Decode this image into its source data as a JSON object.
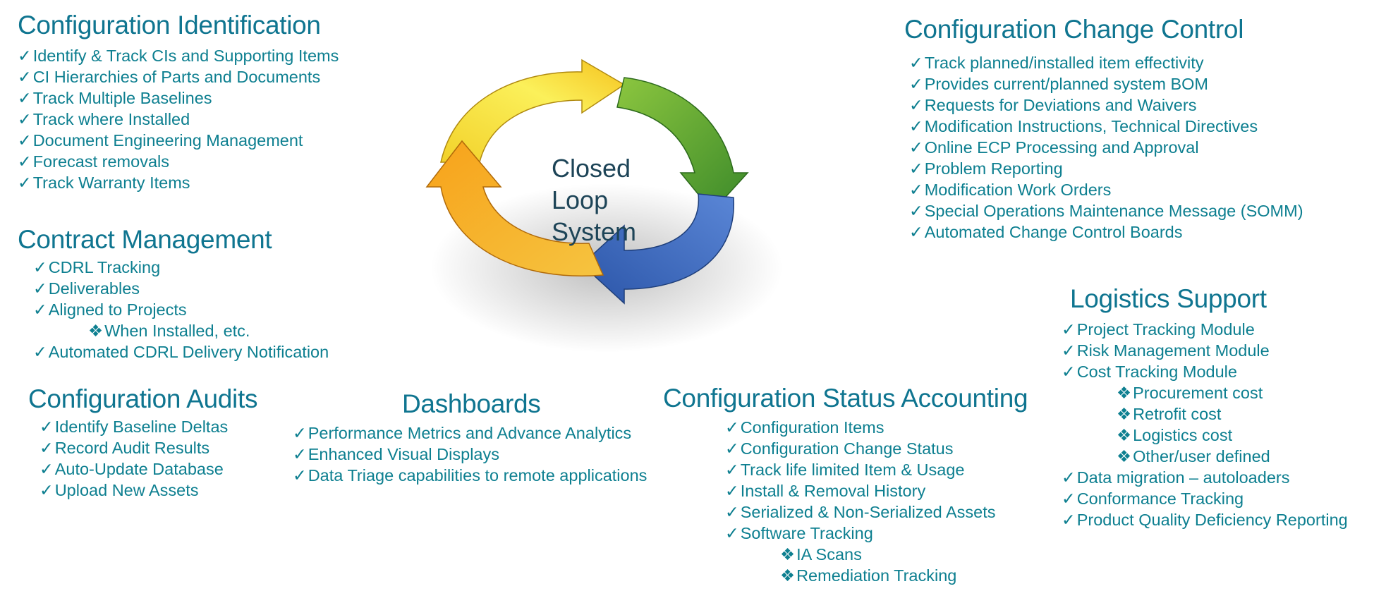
{
  "center_label": [
    "Closed",
    "Loop",
    "System"
  ],
  "config_identification": {
    "title": "Configuration Identification",
    "items": [
      "Identify & Track CIs and Supporting Items",
      "CI Hierarchies of Parts and Documents",
      "Track Multiple Baselines",
      "Track where Installed",
      "Document Engineering Management",
      "Forecast removals",
      "Track Warranty Items"
    ]
  },
  "contract_management": {
    "title": "Contract Management",
    "items": [
      {
        "text": "CDRL Tracking",
        "level": 1
      },
      {
        "text": "Deliverables",
        "level": 1
      },
      {
        "text": "Aligned to Projects",
        "level": 1
      },
      {
        "text": "When Installed, etc.",
        "level": 2
      },
      {
        "text": "Automated CDRL Delivery Notification",
        "level": 1
      }
    ]
  },
  "config_audits": {
    "title": "Configuration Audits",
    "items": [
      "Identify Baseline Deltas",
      "Record Audit Results",
      "Auto-Update Database",
      "Upload New Assets"
    ]
  },
  "dashboards": {
    "title": "Dashboards",
    "items": [
      "Performance Metrics and Advance Analytics",
      "Enhanced Visual Displays",
      "Data Triage capabilities to remote applications"
    ]
  },
  "config_status_accounting": {
    "title": "Configuration Status Accounting",
    "items": [
      {
        "text": "Configuration Items",
        "level": 1
      },
      {
        "text": "Configuration Change Status",
        "level": 1
      },
      {
        "text": "Track life limited Item & Usage",
        "level": 1
      },
      {
        "text": "Install & Removal History",
        "level": 1
      },
      {
        "text": "Serialized & Non-Serialized Assets",
        "level": 1
      },
      {
        "text": "Software Tracking",
        "level": 1
      },
      {
        "text": "IA Scans",
        "level": 2
      },
      {
        "text": "Remediation Tracking",
        "level": 2
      }
    ]
  },
  "config_change_control": {
    "title": "Configuration Change Control",
    "items": [
      "Track planned/installed item effectivity",
      "Provides current/planned system BOM",
      "Requests for Deviations and Waivers",
      "Modification Instructions, Technical Directives",
      "Online ECP Processing and Approval",
      "Problem Reporting",
      "Modification Work Orders",
      "Special Operations Maintenance  Message (SOMM)",
      "Automated Change Control Boards"
    ]
  },
  "logistics_support": {
    "title": "Logistics Support",
    "items": [
      {
        "text": "Project Tracking Module",
        "level": 1
      },
      {
        "text": "Risk Management Module",
        "level": 1
      },
      {
        "text": "Cost Tracking Module",
        "level": 1
      },
      {
        "text": "Procurement cost",
        "level": 2
      },
      {
        "text": "Retrofit cost",
        "level": 2
      },
      {
        "text": "Logistics cost",
        "level": 2
      },
      {
        "text": "Other/user defined",
        "level": 2
      },
      {
        "text": "Data migration – autoloaders",
        "level": 1
      },
      {
        "text": "Conformance Tracking",
        "level": 1
      },
      {
        "text": "Product Quality Deficiency Reporting",
        "level": 1
      }
    ]
  },
  "marks": {
    "check": "✓",
    "diamond": "❖"
  },
  "colors": {
    "text": "#0d7f90",
    "arrow_yellow": "#f4e23a",
    "arrow_green": "#5fa434",
    "arrow_blue": "#3f6fc4",
    "arrow_orange": "#f5a31a"
  }
}
